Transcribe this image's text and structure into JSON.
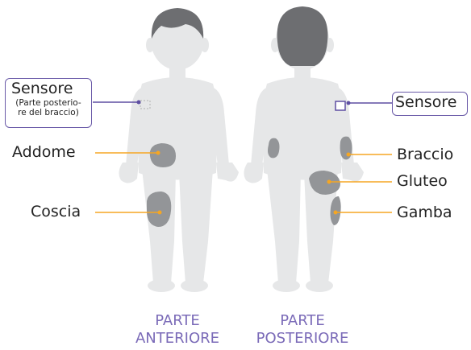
{
  "labels": {
    "sensor_front": "Sensore",
    "sensor_front_note_1": "(Parte posterio-",
    "sensor_front_note_2": "re del braccio)",
    "sensor_back": "Sensore",
    "abdomen": "Addome",
    "thigh": "Coscia",
    "arm": "Braccio",
    "buttock": "Gluteo",
    "leg": "Gamba"
  },
  "views": {
    "front_1": "PARTE",
    "front_2": "ANTERIORE",
    "back_1": "PARTE",
    "back_2": "POSTERIORE"
  },
  "colors": {
    "body": "#e6e7e8",
    "hair": "#6d6e71",
    "site": "#939598",
    "leader_orange": "#f5a623",
    "leader_purple": "#5e4fa2",
    "caption": "#7b6bb8"
  }
}
